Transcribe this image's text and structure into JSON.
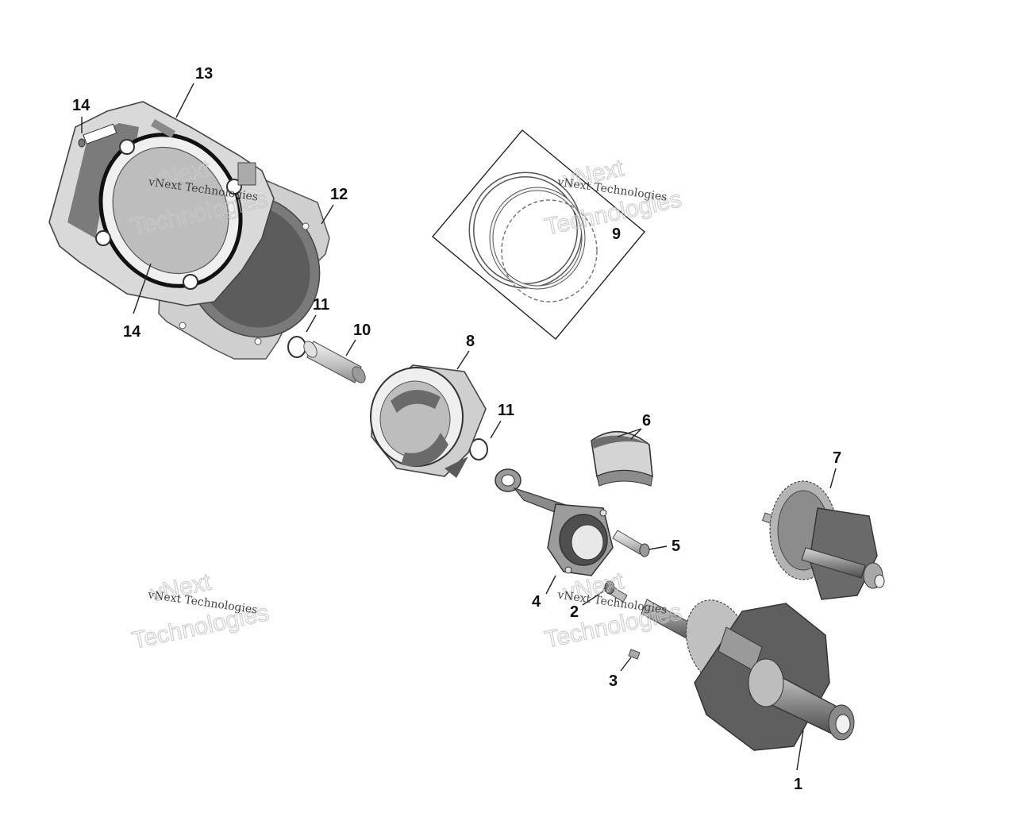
{
  "watermark": {
    "line1": "vNext Technologies",
    "line2a": "vNext",
    "line2b": "Technologies"
  },
  "callouts": {
    "c1": "1",
    "c2": "2",
    "c3": "3",
    "c4": "4",
    "c5": "5",
    "c6": "6",
    "c7": "7",
    "c8": "8",
    "c9": "9",
    "c10": "10",
    "c11a": "11",
    "c11b": "11",
    "c12": "12",
    "c13": "13",
    "c14a": "14",
    "c14b": "14"
  },
  "colors": {
    "part_dark": "#5a5a5a",
    "part_mid": "#8c8c8c",
    "part_light": "#c9c9c9",
    "line": "#222222"
  }
}
